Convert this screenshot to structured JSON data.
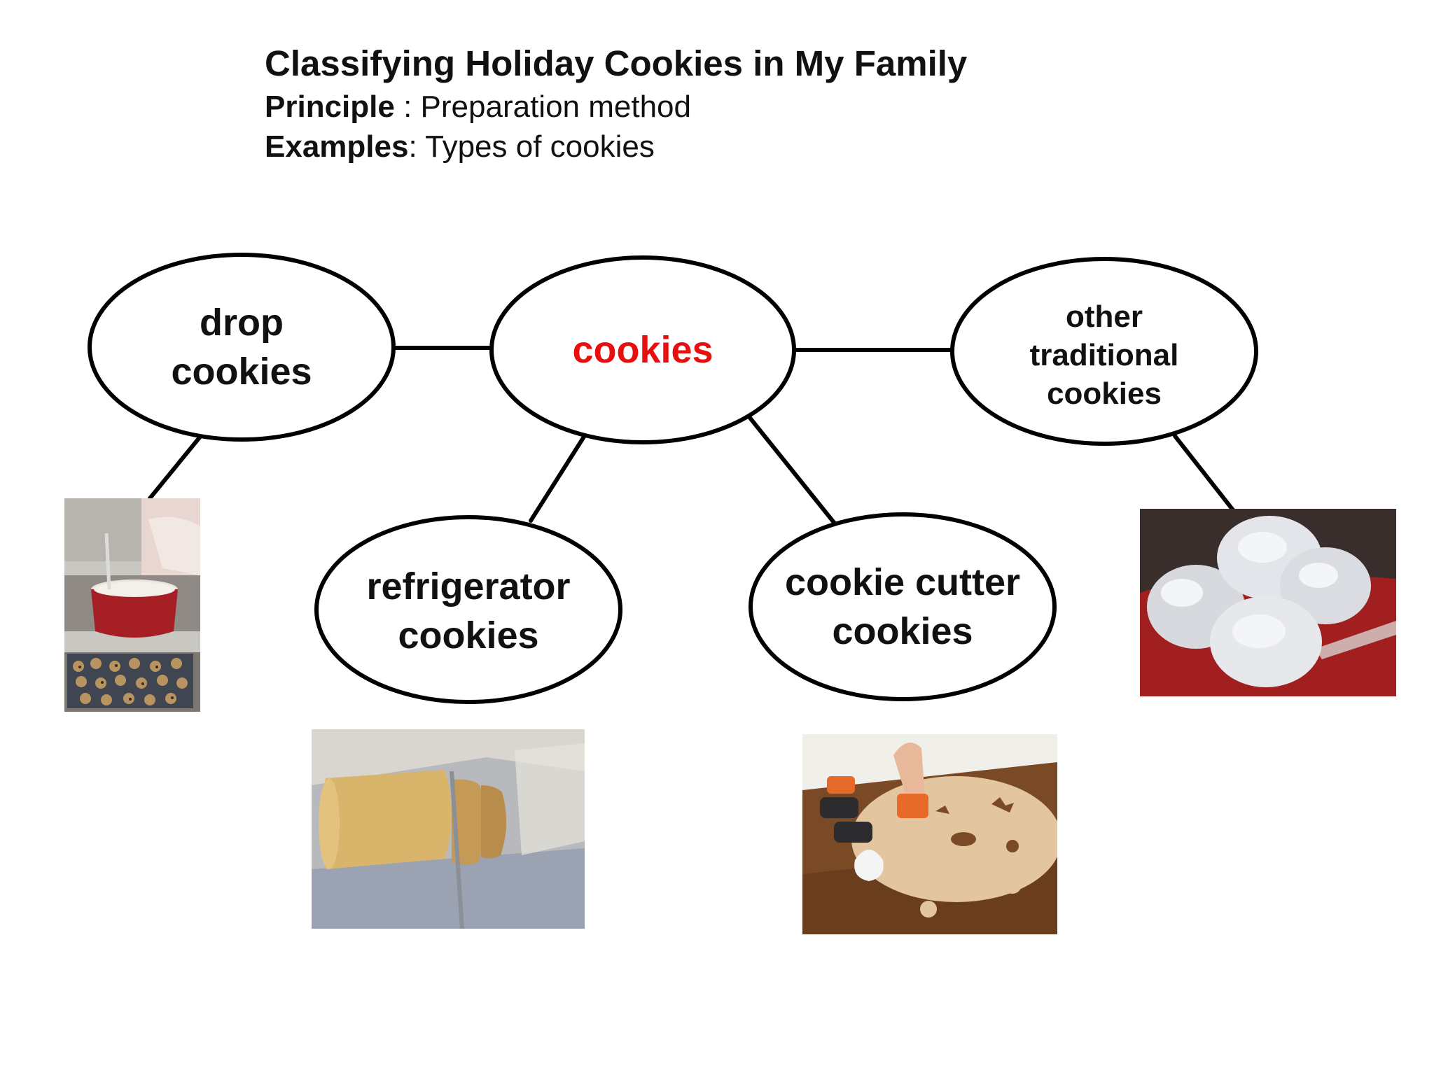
{
  "header": {
    "title": "Classifying Holiday Cookies in My Family",
    "principle_key": "Principle",
    "principle_sep": " :  ",
    "principle_value": "Preparation method",
    "examples_key": "Examples",
    "examples_sep": ":  ",
    "examples_value": "Types of cookies"
  },
  "nodes": {
    "center": {
      "label": "cookies",
      "color": "#e8100e"
    },
    "drop": {
      "label": "drop\ncookies"
    },
    "other": {
      "label": "other\ntraditional\ncookies"
    },
    "refrigerator": {
      "label": "refrigerator\ncookies"
    },
    "cutter": {
      "label": "cookie cutter\ncookies"
    }
  },
  "images": {
    "drop": "drop-cookie-baking-photo",
    "refrigerator": "sliced-cookie-dough-log-photo",
    "cutter": "cookie-cutter-dough-photo",
    "other": "powdered-snowball-cookies-photo"
  }
}
